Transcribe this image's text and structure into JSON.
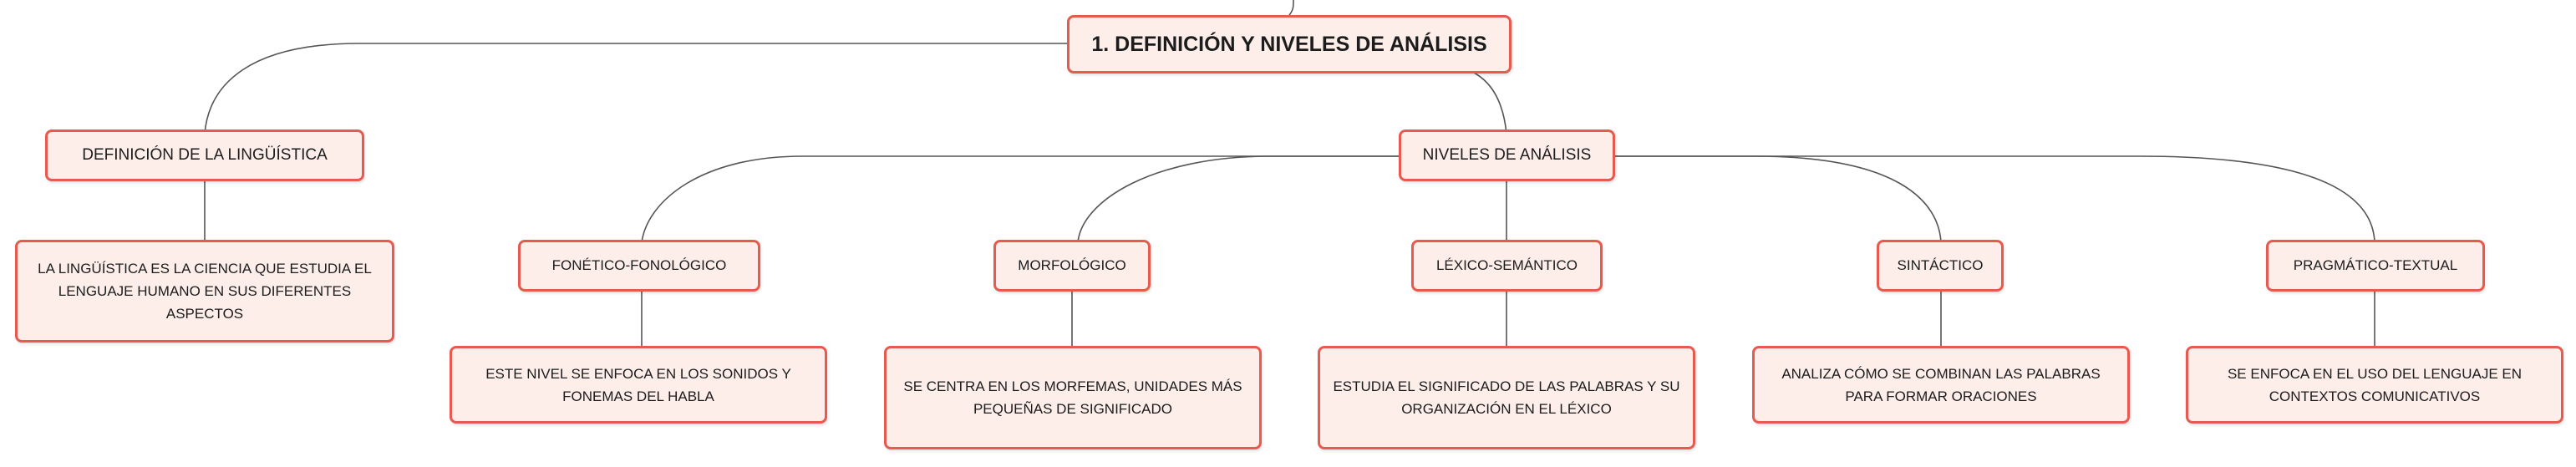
{
  "diagram": {
    "type": "mind-map",
    "root": {
      "label": "1. DEFINICIÓN Y NIVELES DE ANÁLISIS"
    },
    "definicion": {
      "label": "DEFINICIÓN DE LA LINGÜÍSTICA",
      "detail": "LA LINGÜÍSTICA ES LA CIENCIA QUE ESTUDIA EL LENGUAJE HUMANO EN SUS DIFERENTES ASPECTOS"
    },
    "niveles": {
      "label": "NIVELES DE ANÁLISIS",
      "items": [
        {
          "label": "FONÉTICO-FONOLÓGICO",
          "detail": "ESTE NIVEL SE ENFOCA EN LOS SONIDOS Y FONEMAS DEL HABLA"
        },
        {
          "label": "MORFOLÓGICO",
          "detail": "SE CENTRA EN LOS MORFEMAS, UNIDADES MÁS PEQUEÑAS DE SIGNIFICADO"
        },
        {
          "label": "LÉXICO-SEMÁNTICO",
          "detail": "ESTUDIA EL SIGNIFICADO DE LAS PALABRAS Y SU ORGANIZACIÓN EN EL LÉXICO"
        },
        {
          "label": "SINTÁCTICO",
          "detail": "ANALIZA CÓMO SE COMBINAN LAS PALABRAS PARA FORMAR ORACIONES"
        },
        {
          "label": "PRAGMÁTICO-TEXTUAL",
          "detail": "SE ENFOCA EN EL USO DEL LENGUAJE EN CONTEXTOS COMUNICATIVOS"
        }
      ]
    },
    "colors": {
      "node_fill": "#fdeeea",
      "node_border": "#e85a4f",
      "connector": "#555555",
      "text": "#1c1c1c"
    }
  }
}
